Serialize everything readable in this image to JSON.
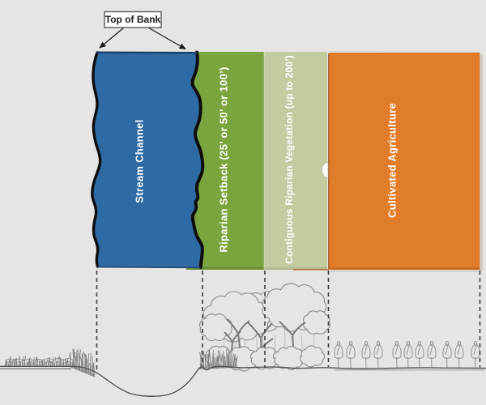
{
  "scene": {
    "background": "#e6e5e3",
    "ground_color": "#55534f",
    "boundary_line_color": "#3e3e3e"
  },
  "callout": {
    "label": "Top of Bank"
  },
  "bands": [
    {
      "name": "stream-channel",
      "label": "Stream Channel",
      "color": "#2e6ba4",
      "text_color": "#ffffff"
    },
    {
      "name": "riparian-setback",
      "label": "Riparian Setback (25’ or 50’ or 100’)",
      "color": "#7aa43e",
      "text_color": "#ffffff"
    },
    {
      "name": "contiguous-riparian-vegetation",
      "label": "Contiguous Riparian Vegetation (up to 200’)",
      "color": "#c3cba1",
      "text_color": "#ffffff"
    },
    {
      "name": "cultivated-agriculture",
      "label": "Cultivated Agriculture",
      "color": "#e07c2a",
      "text_color": "#ffffff"
    }
  ]
}
